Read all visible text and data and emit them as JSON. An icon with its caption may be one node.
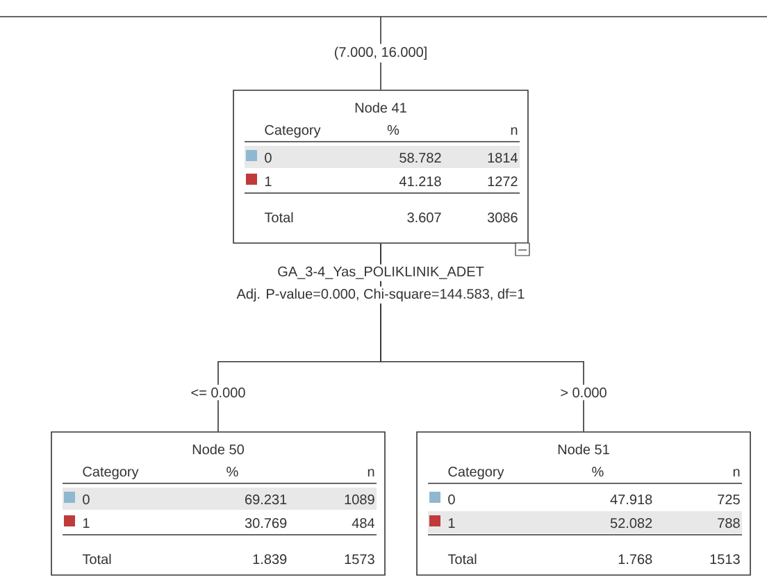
{
  "diagram": {
    "nodes": [
      {
        "text": [
          "Node 41",
          "Category",
          "%",
          "n",
          "0",
          "58.782",
          "1814",
          "1",
          "41.218",
          "1272",
          "Total",
          "3.607",
          "3086"
        ],
        "beside": [
          "GA_3-4_Yas_POLIKLINIK_ADET",
          "Adj. P-value=0.000, Chi-square=144.583, df=1"
        ]
      },
      {
        "text": [
          "Node 50",
          "Category",
          "%",
          "n",
          "0",
          "69.231",
          "1089",
          "1",
          "30.769",
          "484",
          "Total",
          "1.839",
          "1573"
        ]
      },
      {
        "text": [
          "Node 51",
          "Category",
          "%",
          "n",
          "0",
          "47.918",
          "725",
          "1",
          "52.082",
          "788",
          "Total",
          "1.768",
          "1513"
        ]
      }
    ],
    "edges": [
      {
        "from": null,
        "to": 0,
        "arrow": "none",
        "label": "(7.000, 16.000]"
      },
      {
        "from": 0,
        "to": 1,
        "arrow": "none",
        "label": "<= 0.000"
      },
      {
        "from": 0,
        "to": 2,
        "arrow": "none",
        "label": "> 0.000"
      }
    ]
  }
}
